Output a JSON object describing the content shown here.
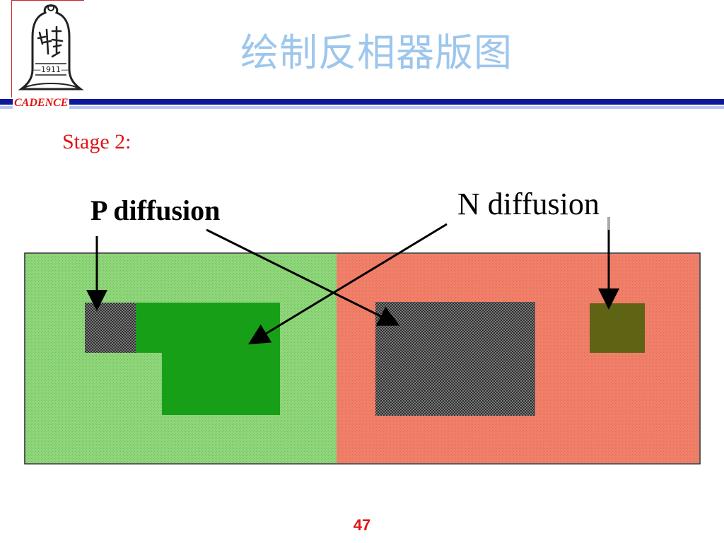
{
  "slide": {
    "title": "绘制反相器版图",
    "stage_label": "Stage 2:",
    "page_number": "47"
  },
  "logo": {
    "brand_text": "CADENCE",
    "year": "—1911—"
  },
  "annotations": {
    "p_diffusion": "P diffusion",
    "n_diffusion": "N diffusion"
  },
  "colors": {
    "title": "#9dc6ec",
    "accent_red": "#e21414",
    "rule_blue": "#0a1a9a",
    "rule_light": "#b9c6ef",
    "pwell_region": "#8fd67a",
    "nwell_region": "#f0806a",
    "p_diffusion_fill": "#17a017",
    "n_diffusion_contact_fill": "#5e6414",
    "diffusion_pattern_dark": "#2f2f2f"
  }
}
